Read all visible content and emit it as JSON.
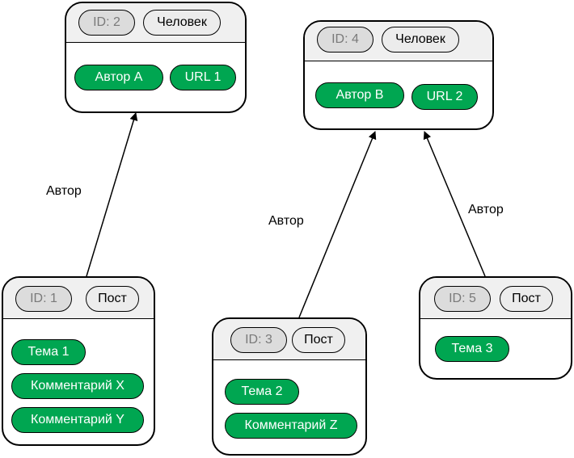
{
  "nodes": {
    "n2": {
      "id_text": "ID: 2",
      "type": "Человек",
      "props": [
        "Автор A",
        "URL 1"
      ]
    },
    "n4": {
      "id_text": "ID: 4",
      "type": "Человек",
      "props": [
        "Автор B",
        "URL 2"
      ]
    },
    "n1": {
      "id_text": "ID: 1",
      "type": "Пост",
      "props": [
        "Тема 1",
        "Комментарий X",
        "Комментарий Y"
      ]
    },
    "n3": {
      "id_text": "ID: 3",
      "type": "Пост",
      "props": [
        "Тема 2",
        "Комментарий Z"
      ]
    },
    "n5": {
      "id_text": "ID: 5",
      "type": "Пост",
      "props": [
        "Тема 3"
      ]
    }
  },
  "edges": [
    {
      "from": "n1",
      "to": "n2",
      "label": "Автор"
    },
    {
      "from": "n3",
      "to": "n4",
      "label": "Автор"
    },
    {
      "from": "n5",
      "to": "n4",
      "label": "Автор"
    }
  ]
}
